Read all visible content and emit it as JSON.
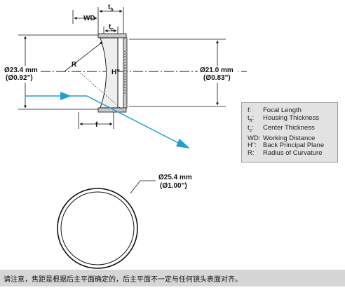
{
  "dimensions": {
    "wd_label": "WD",
    "th_base": "t",
    "th_sub": "h",
    "tc_base": "t",
    "tc_sub": "c",
    "f_label": "f"
  },
  "labels": {
    "r": "R",
    "h": "H\"",
    "left_dia_mm": "Ø23.4 mm",
    "left_dia_in": "(Ø0.92\")",
    "right_dia_mm": "Ø21.0 mm",
    "right_dia_in": "(Ø0.83\")",
    "bottom_dia_mm": "Ø25.4 mm",
    "bottom_dia_in": "(Ø1.00\")"
  },
  "legend": [
    {
      "key": "f:",
      "key_base": "f",
      "key_sub": "",
      "text": "Focal Length"
    },
    {
      "key": "th:",
      "key_base": "t",
      "key_sub": "h",
      "text": "Housing Thickness"
    },
    {
      "key": "tc:",
      "key_base": "t",
      "key_sub": "c",
      "text": "Center Thickness"
    },
    {
      "key": "WD:",
      "key_base": "WD",
      "key_sub": "",
      "text": "Working Distance"
    },
    {
      "key": "H\":",
      "key_base": "H\"",
      "key_sub": "",
      "text": "Back Principal Plane"
    },
    {
      "key": "R:",
      "key_base": "R",
      "key_sub": "",
      "text": "Radius of Curvature"
    }
  ],
  "note": "请注意，焦距是根据后主平面确定的，后主平面不一定与任何镜头表面对齐。",
  "colors": {
    "ray": "#1e9ed6",
    "footer_bg": "#d6d6d6",
    "legend_bg": "#e2e2e2",
    "housing_fill": "#dcdcdc"
  }
}
